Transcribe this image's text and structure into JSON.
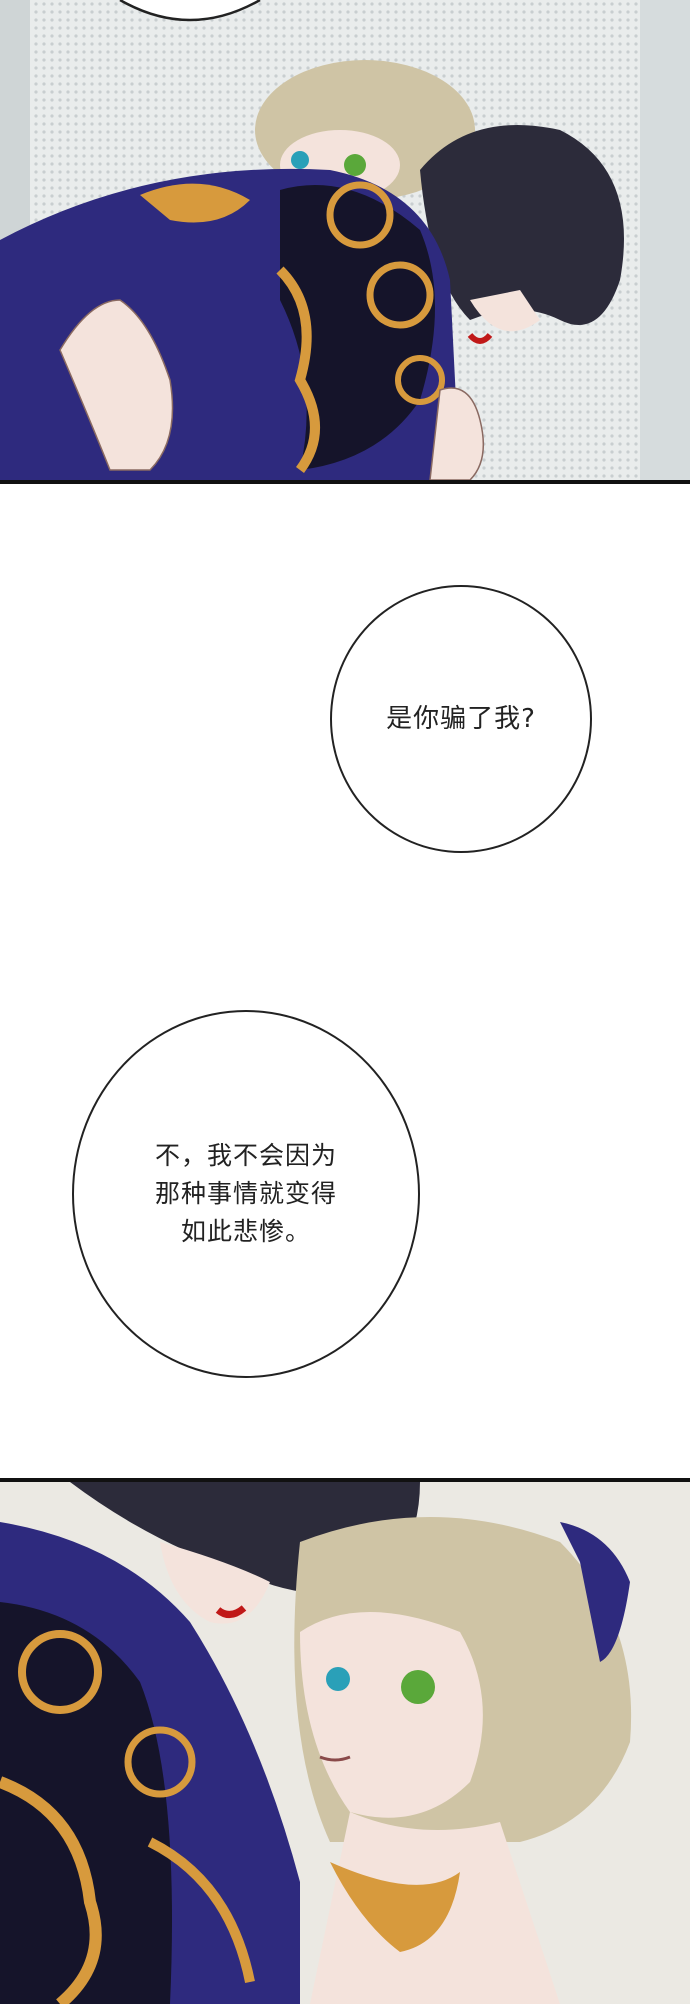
{
  "dialogue": [
    {
      "id": "line-1",
      "text": "是你骗了我?"
    },
    {
      "id": "line-2",
      "text": "不，我不会因为\n那种事情就变得\n如此悲惨。"
    }
  ],
  "colors": {
    "robe": "#2e2a7e",
    "gold_pattern": "#d79a3d",
    "dark_hair": "#2c2b3a",
    "blonde_hair": "#cfc4a5",
    "skin": "#f4e3dc",
    "blood": "#c01818",
    "eye_green": "#5aa83a",
    "eye_blue": "#2aa0b8"
  }
}
